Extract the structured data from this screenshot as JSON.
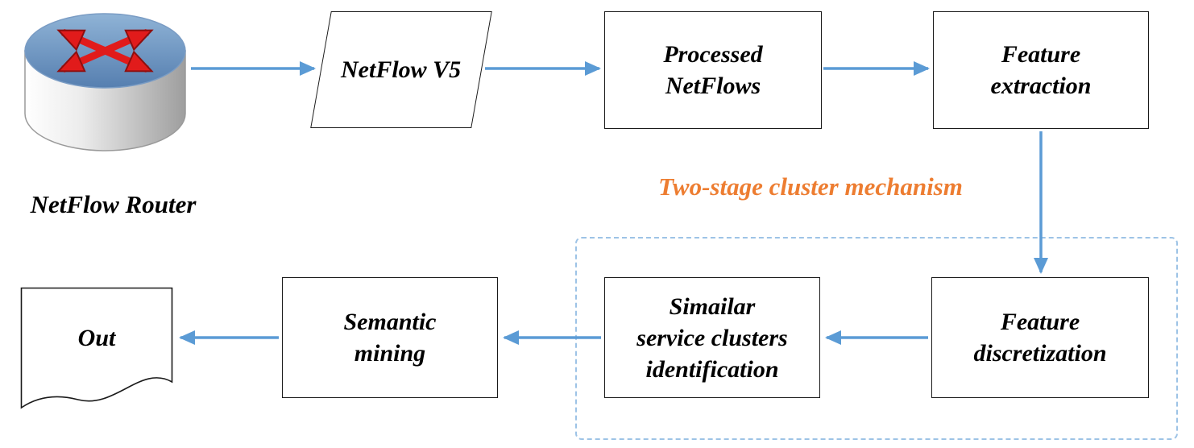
{
  "diagram": {
    "type": "flowchart",
    "annotation": {
      "label": "Two-stage cluster mechanism",
      "color": "#ed7d31"
    },
    "colors": {
      "arrow": "#5b9bd5",
      "node_border": "#1a1a1a",
      "cluster_group_border": "#9dc3e6",
      "router_top": "#6d94c2",
      "router_body": "#d9d9d9",
      "router_arrows": "#e11b1b"
    },
    "nodes": {
      "router": {
        "label": "NetFlow Router",
        "shape": "router-icon"
      },
      "netflow_v5": {
        "label": "NetFlow V5",
        "shape": "parallelogram"
      },
      "processed_netflows": {
        "label": "Processed\nNetFlows",
        "shape": "process"
      },
      "feature_extraction": {
        "label": "Feature\nextraction",
        "shape": "process"
      },
      "feature_discretization": {
        "label": "Feature\ndiscretization",
        "shape": "process"
      },
      "similar_service_clusters": {
        "label": "Simailar\nservice clusters\nidentification",
        "shape": "process"
      },
      "semantic_mining": {
        "label": "Semantic\nmining",
        "shape": "process"
      },
      "out": {
        "label": "Out",
        "shape": "document"
      }
    },
    "group": {
      "name": "two-stage-cluster",
      "members": [
        "feature_discretization",
        "similar_service_clusters"
      ]
    },
    "edges": [
      {
        "from": "router",
        "to": "netflow_v5"
      },
      {
        "from": "netflow_v5",
        "to": "processed_netflows"
      },
      {
        "from": "processed_netflows",
        "to": "feature_extraction"
      },
      {
        "from": "feature_extraction",
        "to": "feature_discretization"
      },
      {
        "from": "feature_discretization",
        "to": "similar_service_clusters"
      },
      {
        "from": "similar_service_clusters",
        "to": "semantic_mining"
      },
      {
        "from": "semantic_mining",
        "to": "out"
      }
    ]
  }
}
